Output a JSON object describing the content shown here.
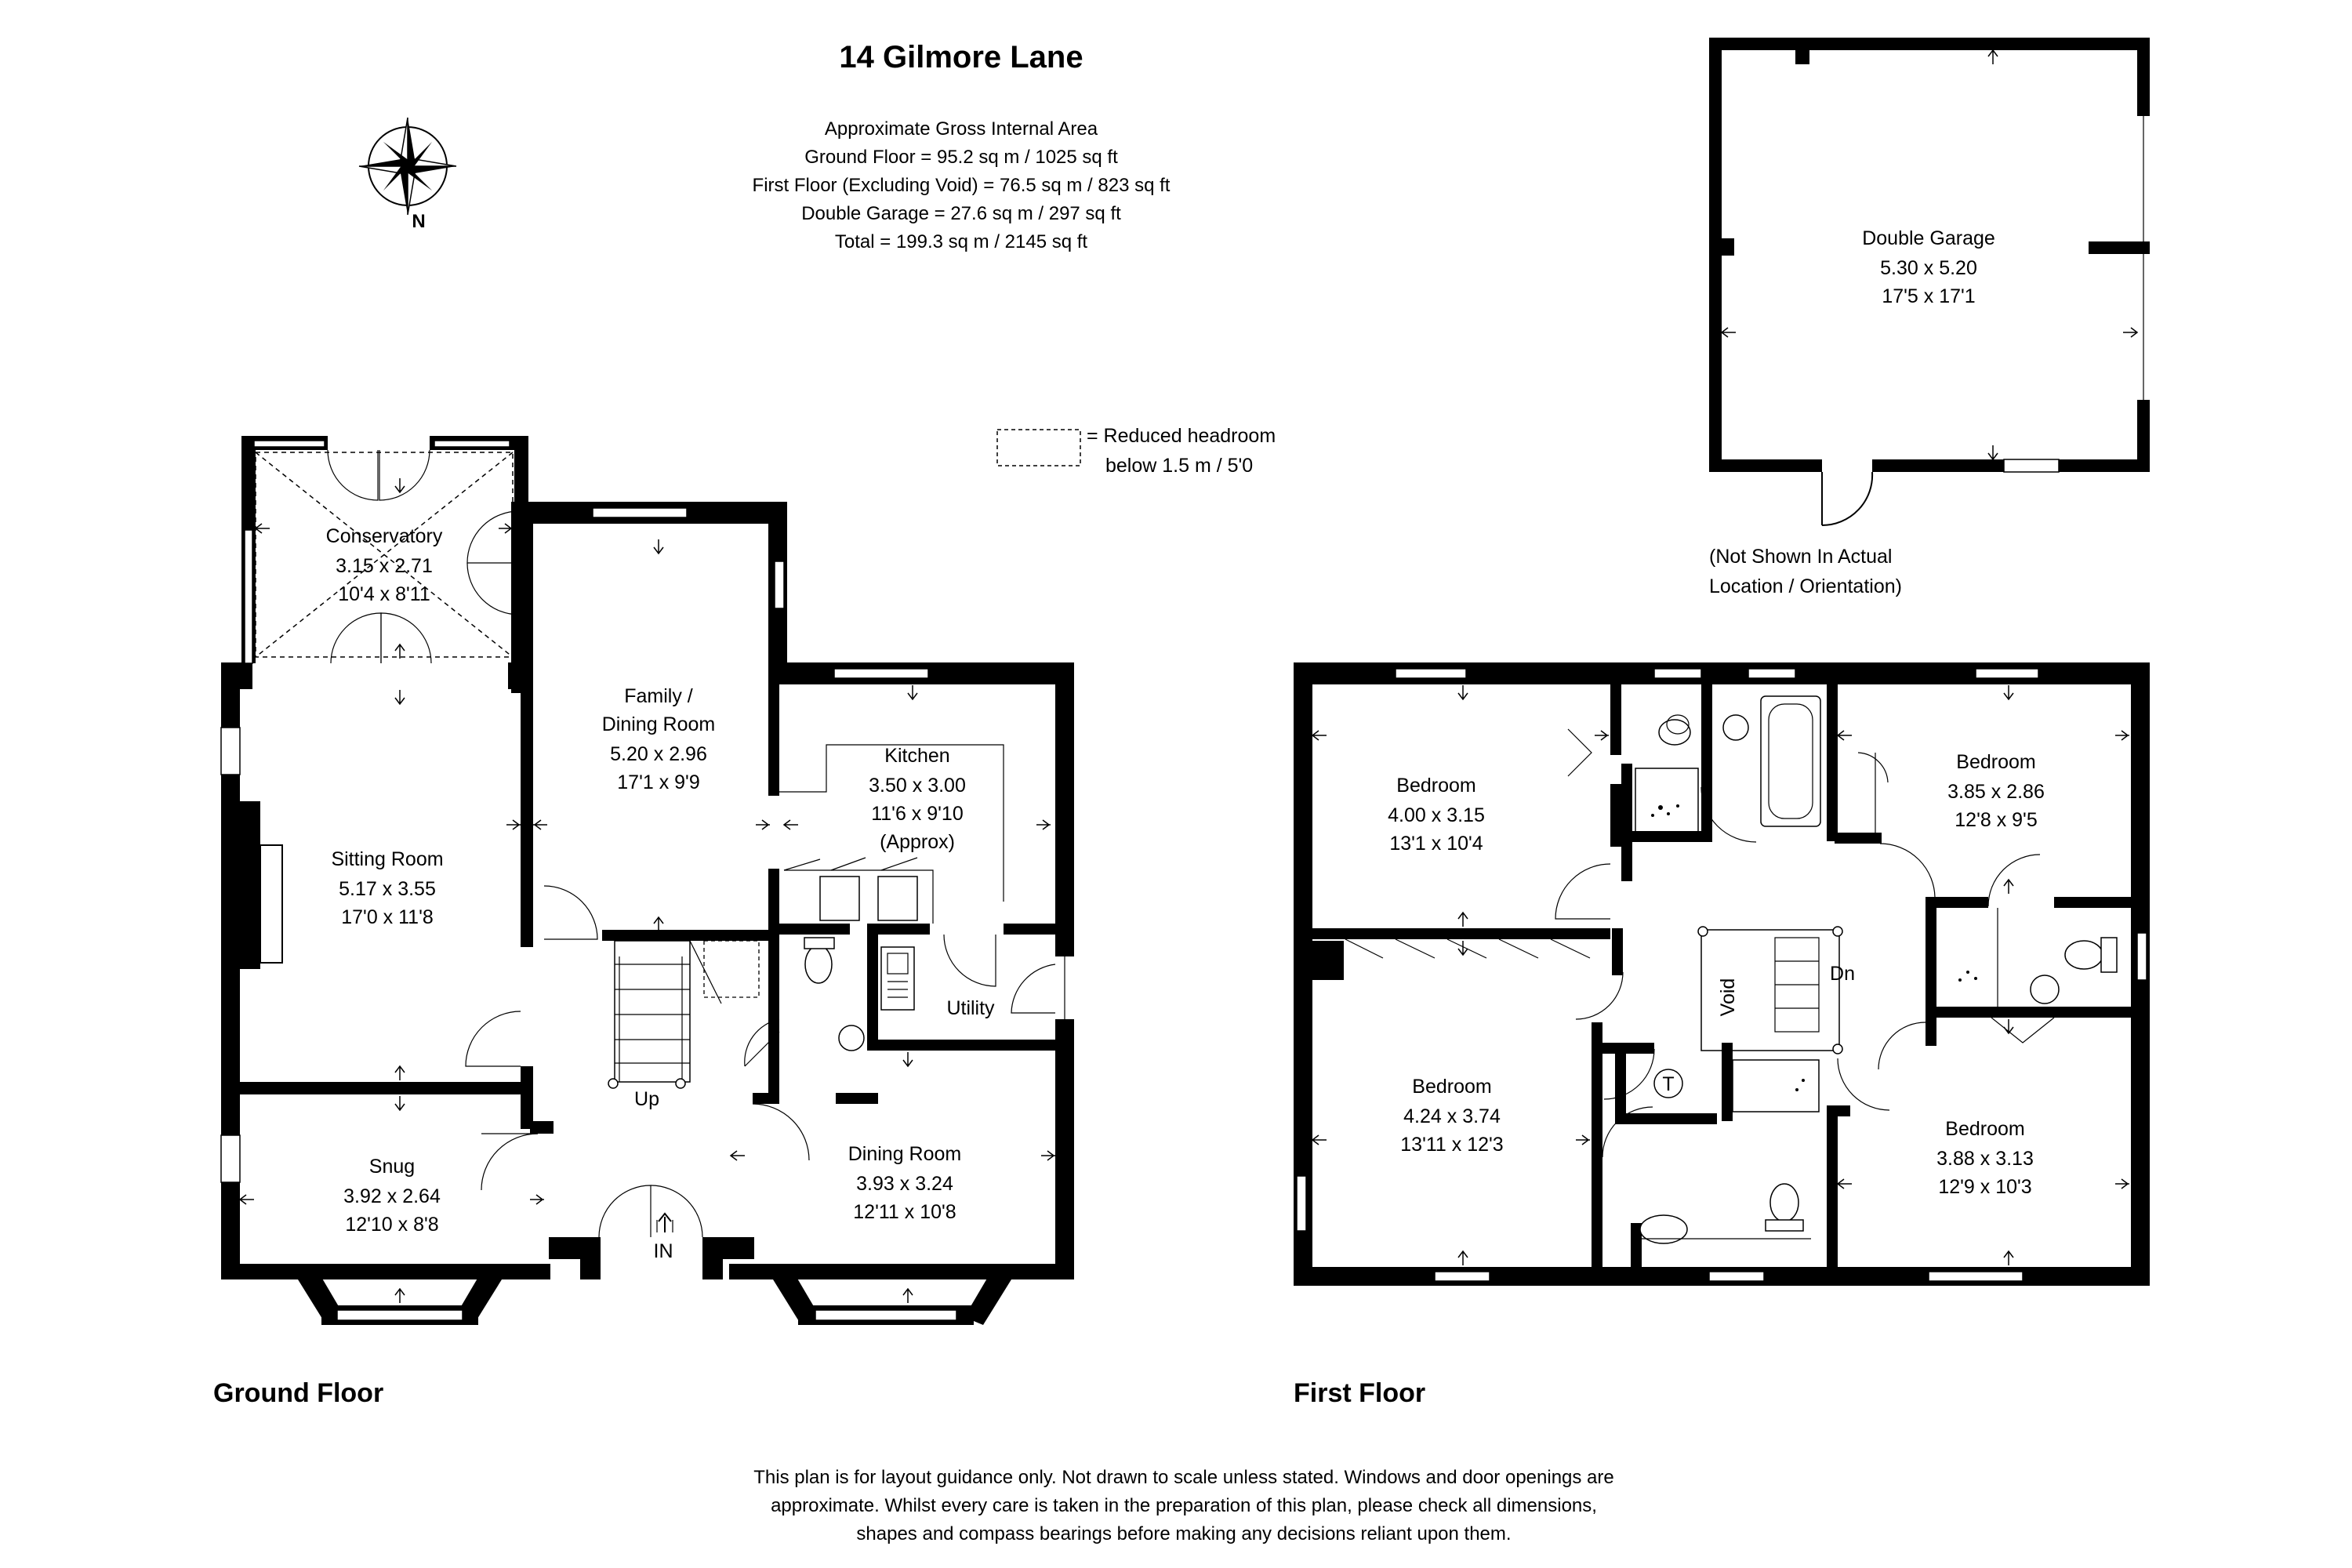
{
  "title": "14 Gilmore Lane",
  "area": {
    "heading": "Approximate Gross Internal Area",
    "ground": "Ground Floor = 95.2 sq m / 1025 sq ft",
    "first": "First Floor (Excluding Void) = 76.5 sq m / 823 sq ft",
    "garage": "Double Garage = 27.6 sq m / 297 sq ft",
    "total": "Total = 199.3 sq m / 2145 sq ft"
  },
  "compass": {
    "label": "N"
  },
  "legend": {
    "line1": "= Reduced headroom",
    "line2": "below 1.5 m / 5'0"
  },
  "garage": {
    "name": "Double Garage",
    "metric": "5.30 x 5.20",
    "imperial": "17'5 x 17'1",
    "note1": "(Not Shown In Actual",
    "note2": "Location / Orientation)"
  },
  "ground": {
    "label": "Ground Floor",
    "conservatory": {
      "name": "Conservatory",
      "metric": "3.15 x 2.71",
      "imperial": "10'4 x 8'11"
    },
    "family": {
      "name1": "Family /",
      "name2": "Dining Room",
      "metric": "5.20 x 2.96",
      "imperial": "17'1 x 9'9"
    },
    "kitchen": {
      "name": "Kitchen",
      "metric": "3.50 x 3.00",
      "imperial": "11'6 x 9'10",
      "note": "(Approx)"
    },
    "sitting": {
      "name": "Sitting Room",
      "metric": "5.17 x 3.55",
      "imperial": "17'0 x 11'8"
    },
    "utility": {
      "name": "Utility"
    },
    "snug": {
      "name": "Snug",
      "metric": "3.92 x 2.64",
      "imperial": "12'10 x 8'8"
    },
    "dining": {
      "name": "Dining Room",
      "metric": "3.93 x 3.24",
      "imperial": "12'11 x 10'8"
    },
    "up": "Up",
    "in": "IN"
  },
  "first": {
    "label": "First Floor",
    "bed1": {
      "name": "Bedroom",
      "metric": "4.00 x 3.15",
      "imperial": "13'1 x 10'4"
    },
    "bed2": {
      "name": "Bedroom",
      "metric": "3.85 x 2.86",
      "imperial": "12'8 x 9'5"
    },
    "bed3": {
      "name": "Bedroom",
      "metric": "4.24 x 3.74",
      "imperial": "13'11 x 12'3"
    },
    "bed4": {
      "name": "Bedroom",
      "metric": "3.88 x 3.13",
      "imperial": "12'9 x 10'3"
    },
    "void": "Void",
    "dn": "Dn",
    "tank": "T"
  },
  "disclaimer": {
    "line1": "This plan is for layout guidance only. Not drawn to scale unless stated. Windows and door openings are",
    "line2": "approximate. Whilst every care is taken in the preparation of this plan, please check all dimensions,",
    "line3": "shapes and compass bearings before making any decisions reliant upon them."
  }
}
